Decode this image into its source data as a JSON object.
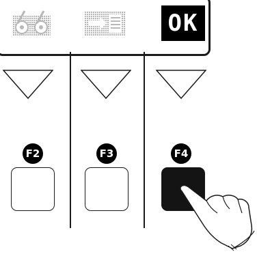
{
  "softkeys": [
    {
      "icon": "cassette-tape-icon",
      "state": "disabled"
    },
    {
      "icon": "arrow-to-list-icon",
      "state": "disabled"
    },
    {
      "label": "OK",
      "state": "active"
    }
  ],
  "function_keys": [
    {
      "label": "F2",
      "pressed": false
    },
    {
      "label": "F3",
      "pressed": false
    },
    {
      "label": "F4",
      "pressed": true
    }
  ],
  "icons": {
    "selector_arrow": "down-triangle-icon",
    "pointer": "pointing-hand-icon"
  },
  "colors": {
    "disabled_icon": "#b8b8b8",
    "ink": "#1a1a1a",
    "pressed_key": "#141414"
  }
}
